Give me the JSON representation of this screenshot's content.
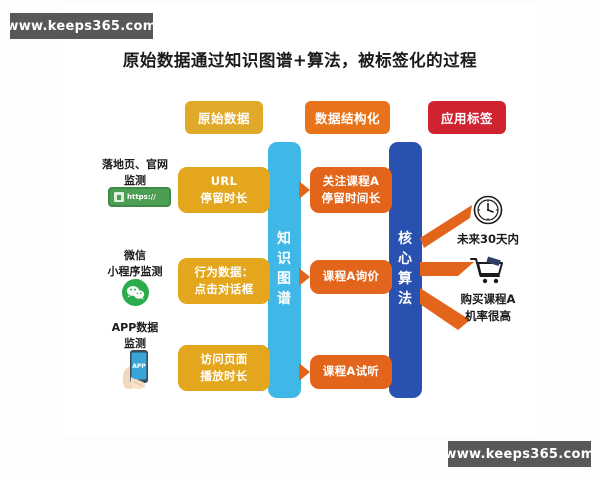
{
  "watermark": {
    "top": "www.keeps365.com",
    "bottom": "www.keeps365.com"
  },
  "title": "原始数据通过知识图谱+算法，被标签化的过程",
  "header_pills": [
    {
      "label": "原始数据",
      "color": "#e0a92a"
    },
    {
      "label": "数据结构化",
      "color": "#e8731b"
    },
    {
      "label": "应用标签",
      "color": "#cf2330"
    }
  ],
  "columns": {
    "knowledge_graph": {
      "label": "知识图谱",
      "chars": [
        "知",
        "识",
        "图",
        "谱"
      ],
      "color": "#3fb8e8"
    },
    "core_algorithm": {
      "label": "核心算法",
      "chars": [
        "核",
        "心",
        "算",
        "法"
      ],
      "color": "#2851b0"
    }
  },
  "sources": [
    {
      "label_line1": "落地页、官网",
      "label_line2": "监测",
      "icon": "https-badge-icon",
      "icon_text": "https://",
      "box_line1": "URL",
      "box_line2": "停留时长",
      "box_color": "#e3a61c"
    },
    {
      "label_line1": "微信",
      "label_line2": "小程序监测",
      "icon": "wechat-icon",
      "icon_text": "",
      "box_line1": "行为数据：",
      "box_line2": "点击对话框",
      "box_color": "#e3a61c"
    },
    {
      "label_line1": "APP数据",
      "label_line2": "监测",
      "icon": "app-phone-icon",
      "icon_text": "APP",
      "box_line1": "访问页面",
      "box_line2": "播放时长",
      "box_color": "#e3a61c"
    }
  ],
  "structured": [
    {
      "line1": "关注课程A",
      "line2": "停留时间长",
      "color": "#e2651b"
    },
    {
      "line1": "课程A询价",
      "line2": "",
      "color": "#e2651b"
    },
    {
      "line1": "课程A试听",
      "line2": "",
      "color": "#e2651b"
    }
  ],
  "outputs": [
    {
      "icon": "clock-icon",
      "line1": "未来30天内",
      "line2": ""
    },
    {
      "icon": "shopping-cart-icon",
      "line1": "购买课程A",
      "line2": "机率很高"
    }
  ],
  "accent_colors": {
    "yellow": "#e3a61c",
    "orange": "#e2651b",
    "red": "#cf2330",
    "light_blue": "#3fb8e8",
    "dark_blue": "#2851b0",
    "green": "#4c9e53",
    "watermark_bg": "#585858"
  }
}
